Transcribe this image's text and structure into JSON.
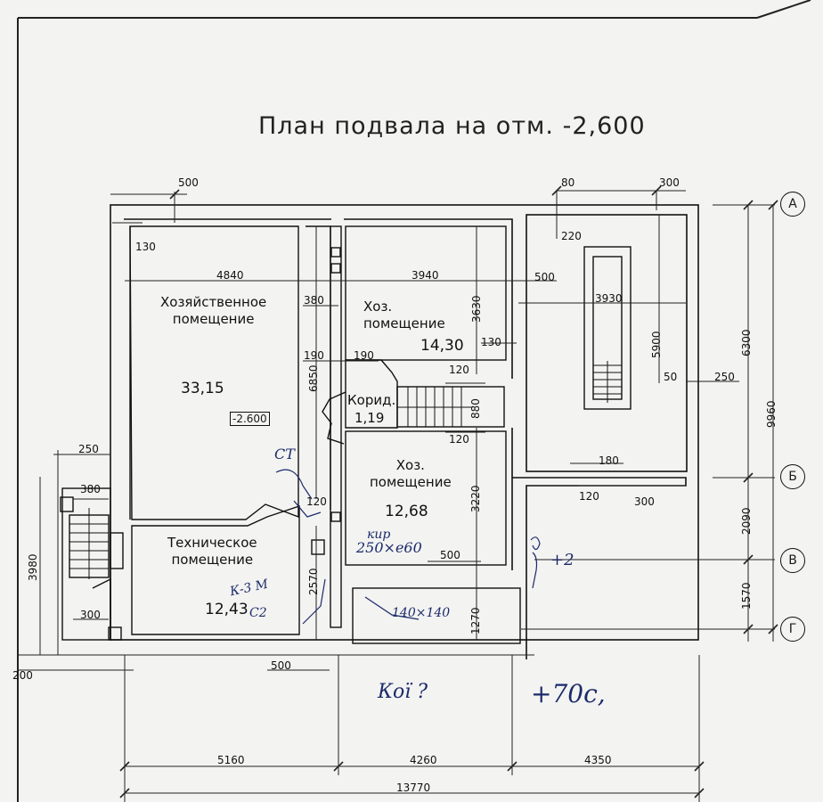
{
  "title": "План подвала на отм. -2,600",
  "rooms": {
    "household_1_name": "Хозяйственное\nпомещение",
    "household_1_area": "33,15",
    "household_2_name": "Хоз.\nпомещение",
    "household_2_area": "14,30",
    "corridor_name": "Корид.",
    "corridor_area": "1,19",
    "household_3_name": "Хоз.\nпомещение",
    "household_3_area": "12,68",
    "technical_name": "Техническое\nпомещение",
    "technical_area": "12,43"
  },
  "level_mark": "-2.600",
  "axes": {
    "A": "А",
    "B": "Б",
    "V": "В",
    "G": "Г"
  },
  "dims": {
    "d500_top": "500",
    "d130_top": "130",
    "d4840": "4840",
    "d380": "380",
    "d190a": "190",
    "d190b": "190",
    "d3940": "3940",
    "d3630": "3630",
    "d130_mid": "130",
    "d120a": "120",
    "d880": "880",
    "d120b": "120",
    "d6850": "6850",
    "d80": "80",
    "d300_top": "300",
    "d220": "220",
    "d500_right": "500",
    "d3930": "3930",
    "d5900": "5900",
    "d50": "50",
    "d250_right": "250",
    "d180": "180",
    "d120c": "120",
    "d300_mid": "300",
    "d6300": "6300",
    "d9960": "9960",
    "d2090": "2090",
    "d1570": "1570",
    "d3220": "3220",
    "d500_mid": "500",
    "d1270": "1270",
    "d120d": "120",
    "d2570": "2570",
    "d250_left": "250",
    "d380_left": "380",
    "d3980": "3980",
    "d300_left": "300",
    "d200": "200",
    "d500_bot": "500",
    "d5160": "5160",
    "d4260": "4260",
    "d4350": "4350",
    "d13770": "13770"
  },
  "handwritten": {
    "ct": "СТ",
    "kir": "кир",
    "kir_size": "250×е60",
    "k3m": "К-3 М",
    "c2": "С2",
    "size140": "140×140",
    "koi": "Коï ?",
    "plus70": "+70с,",
    "plus2": "+2"
  }
}
